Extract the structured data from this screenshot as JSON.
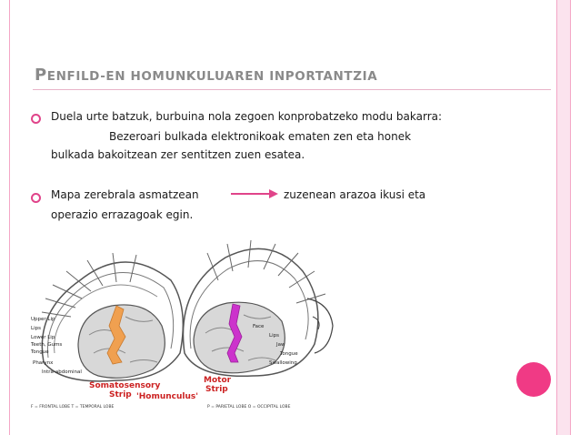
{
  "slide": {
    "title_first": "P",
    "title_rest": "ENFILD-EN HOMUNKULUAREN INPORTANTZIA",
    "bullet1": {
      "line1": "Duela urte batzuk, burbuina nola zegoen konprobatzeko modu bakarra:",
      "line2": "Bezeroari bulkada elektronikoak ematen zen eta honek",
      "line3": "bulkada bakoitzean zer sentitzen zuen esatea."
    },
    "bullet2": {
      "before_arrow": "Mapa zerebrala asmatzean",
      "after_arrow": "zuzenean arazoa ikusi eta",
      "line2": "operazio errazagoak egin."
    },
    "figure": {
      "label_somatosensory": "Somatosensory",
      "label_strip1": "Strip",
      "label_motor": "Motor",
      "label_strip2": "Strip",
      "label_homunculus": "'Homunculus'",
      "footnote_left": "F = FRONTAL LOBE   T = TEMPORAL LOBE",
      "footnote_right": "P = PARIETAL LOBE   O = OCCIPITAL LOBE",
      "left_labels": [
        "Upper Lip",
        "Lips",
        "Lower Lip",
        "Teeth, Gums",
        "Tongue",
        "Pharynx",
        "Intra-abdominal"
      ],
      "right_labels": [
        "Face",
        "Lips",
        "Jaw",
        "Tongue",
        "Swallowing"
      ]
    },
    "colors": {
      "accent": "#e0448a",
      "title": "#8a8a8a",
      "somatosensory_strip": "#f0a050",
      "motor_strip": "#cc33cc",
      "label_red": "#cc2222"
    }
  }
}
